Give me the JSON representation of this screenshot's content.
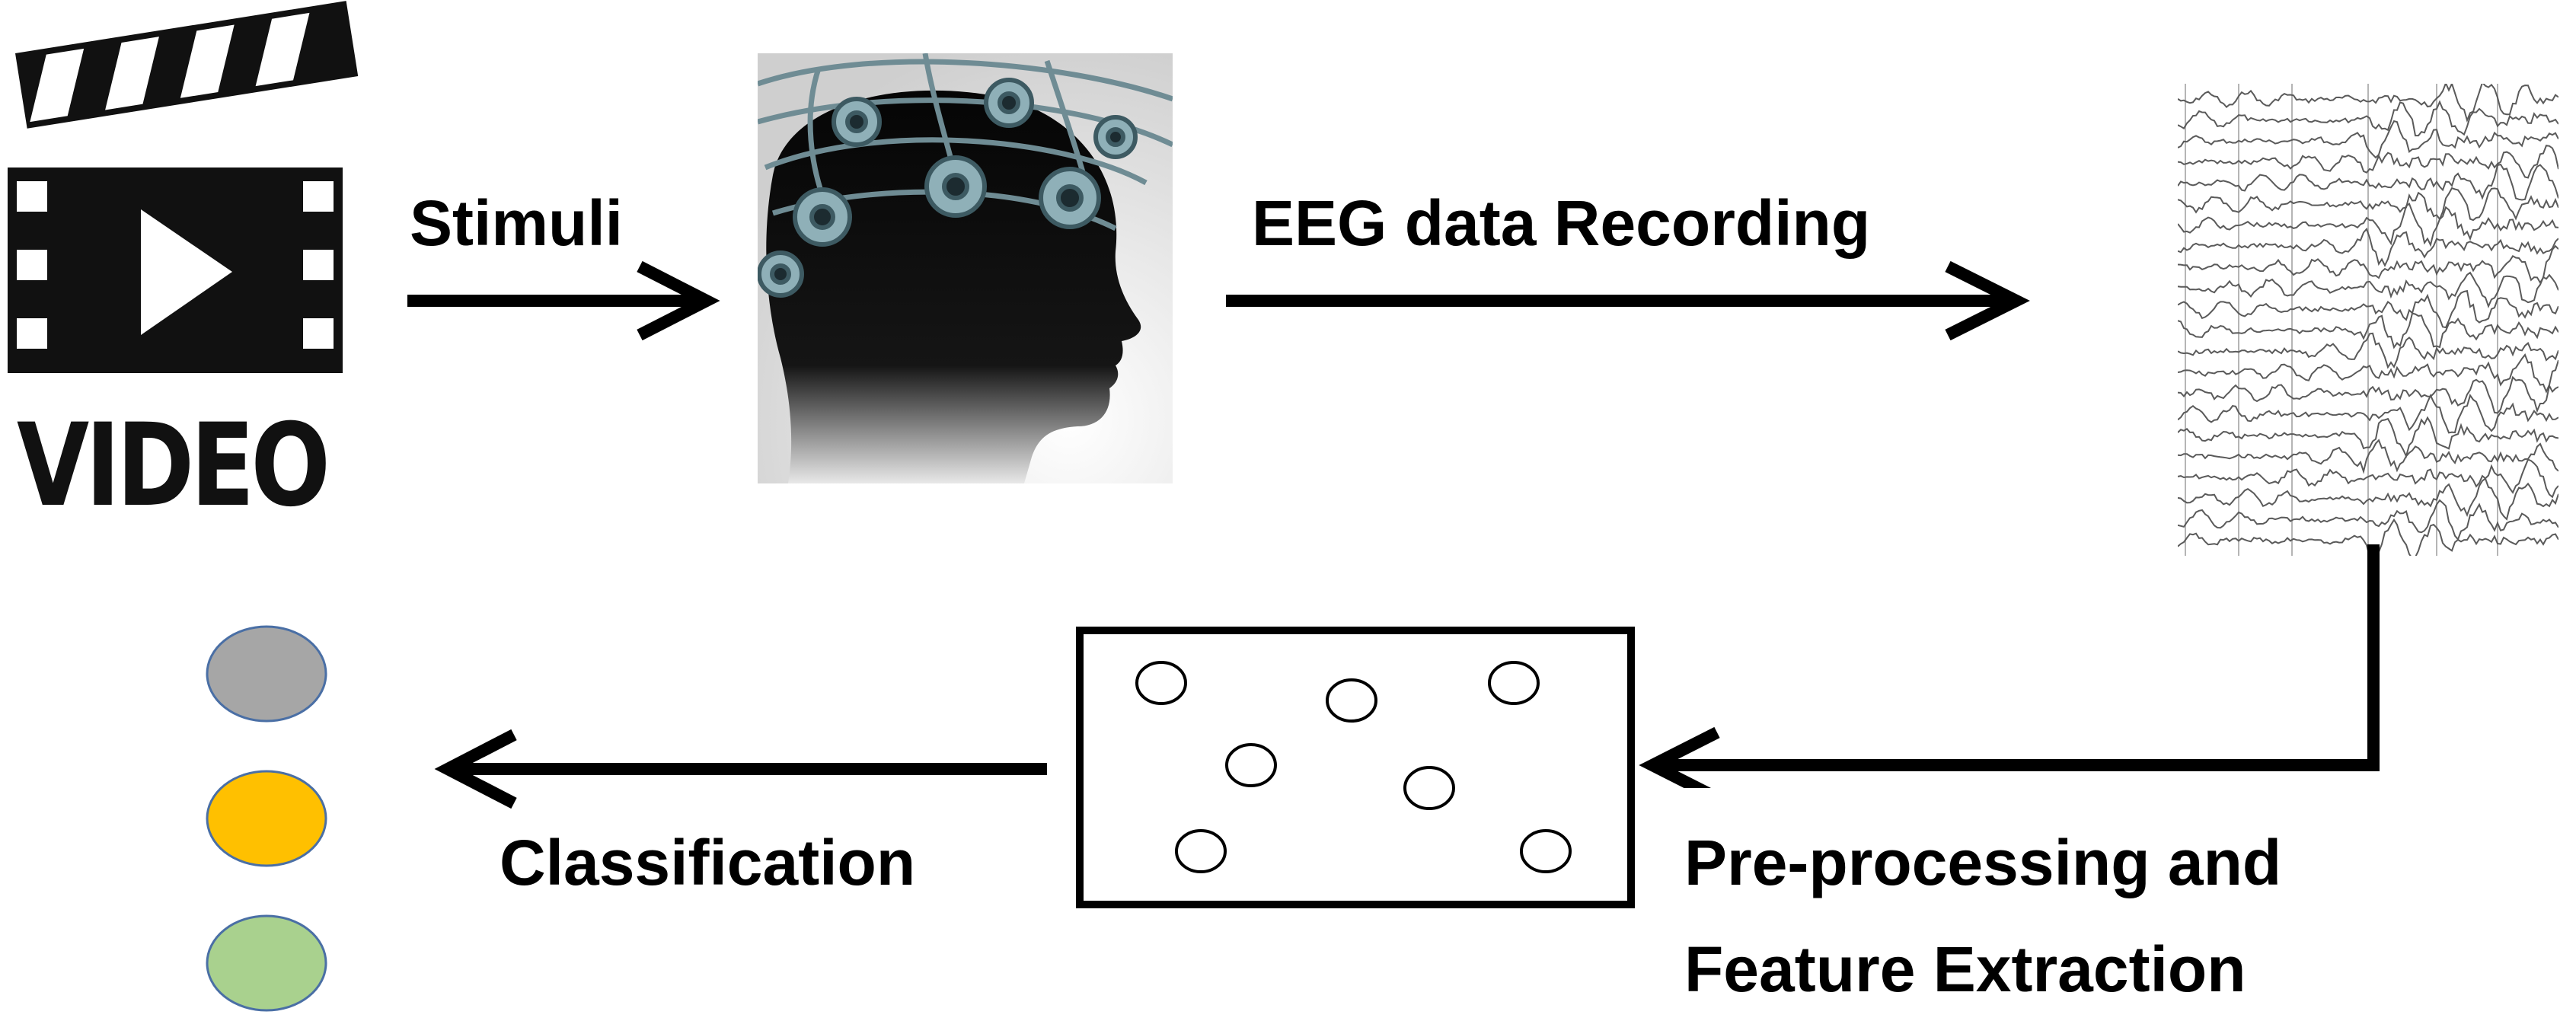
{
  "labels": {
    "video": "VIDEO",
    "stimuli": "Stimuli",
    "eeg_recording": "EEG data Recording",
    "preprocessing_line1": "Pre-processing and",
    "preprocessing_line2": "Feature Extraction",
    "classification": "Classification"
  },
  "class_circles": [
    {
      "color": "#a6a6a6"
    },
    {
      "color": "#ffc000"
    },
    {
      "color": "#a9d18e"
    }
  ],
  "icons": {
    "video": "video-clapperboard-icon",
    "head": "eeg-head-cap-icon",
    "signal": "eeg-signal-traces-icon",
    "features": "feature-space-box-icon"
  }
}
